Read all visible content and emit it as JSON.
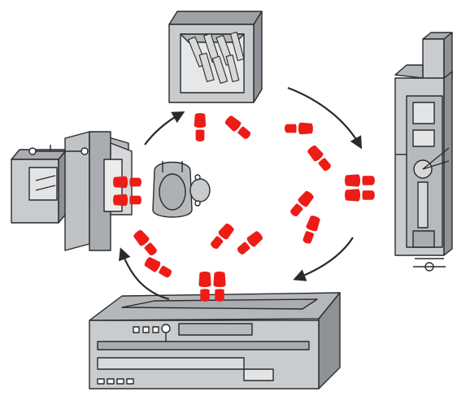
{
  "diagram": {
    "machines": [
      {
        "name": "storage-rack"
      },
      {
        "name": "drilling-machine"
      },
      {
        "name": "lathe"
      },
      {
        "name": "milling-machine"
      }
    ],
    "operator": {
      "name": "worker-top-view"
    },
    "flow_arrows": 4,
    "colors": {
      "footprint": "#ee1c16",
      "machine_fill": "#c9cccf",
      "machine_shadow": "#8e9296",
      "outline": "#2a2a2a",
      "arrow": "#2a2a2a"
    }
  }
}
